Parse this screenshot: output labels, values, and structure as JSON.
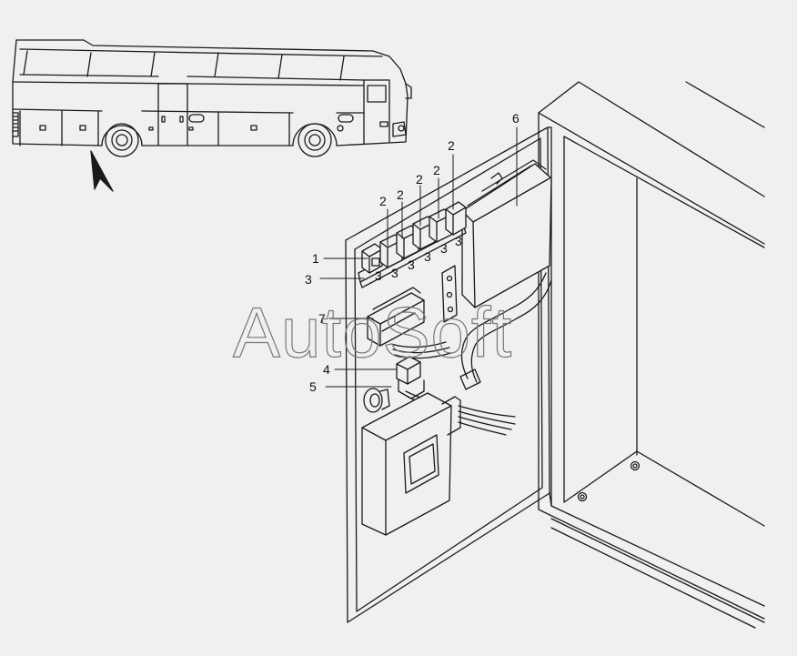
{
  "watermark": "AutoSoft",
  "callouts": {
    "c1": "1",
    "c2a": "2",
    "c2b": "2",
    "c2c": "2",
    "c2d": "2",
    "c2e": "2",
    "c3": "3",
    "c4": "4",
    "c5": "5",
    "c6": "6",
    "c7": "7"
  },
  "relay_marks": [
    "3",
    "3",
    "3",
    "3",
    "3",
    "3"
  ],
  "colors": {
    "background": "#f0f0f0",
    "line": "#1a1a1a",
    "watermark": "#777777"
  }
}
